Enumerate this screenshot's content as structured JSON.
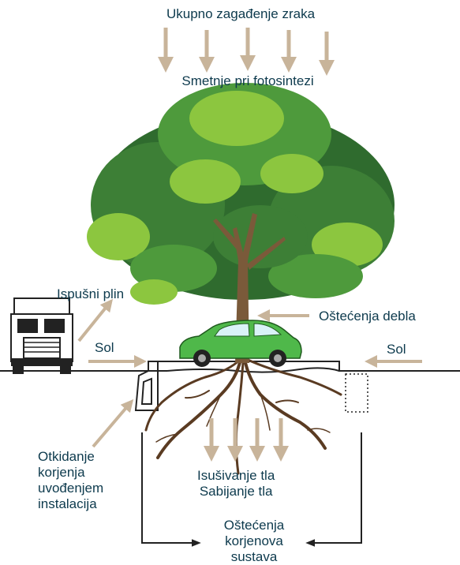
{
  "labels": {
    "top_title": "Ukupno zagađenje zraka",
    "photosynthesis": "Smetnje pri fotosintezi",
    "exhaust": "Ispušni plin",
    "trunk_damage": "Oštećenja debla",
    "salt_left": "Sol",
    "salt_right": "Sol",
    "root_cutting": [
      "Otkidanje",
      "korjenja",
      "uvođenjem",
      "instalacija"
    ],
    "soil": [
      "Isušivanje tla",
      "Sabijanje tla"
    ],
    "root_damage": [
      "Oštećenja",
      "korjenova",
      "sustava"
    ]
  },
  "colors": {
    "text": "#0d3a4d",
    "arrow": "#c8b49a",
    "foliage_dark": "#2f6b2e",
    "foliage_light": "#8cc63f",
    "car": "#4fb84a"
  }
}
